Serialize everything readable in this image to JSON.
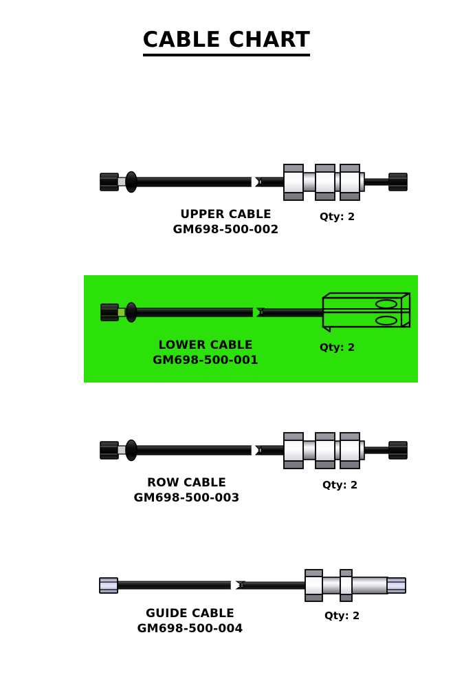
{
  "document": {
    "title": "CABLE CHART",
    "background_color": "#FFFFFF",
    "highlight_color": "#2CE00A"
  },
  "cables": [
    {
      "name": "UPPER CABLE",
      "part_number": "GM698-500-002",
      "qty_label": "Qty: 2",
      "highlighted": false,
      "end_fitting": "crimped-hex-ferrule",
      "termination": "triple-hex-nut-threaded-barrel"
    },
    {
      "name": "LOWER CABLE",
      "part_number": "GM698-500-001",
      "qty_label": "Qty: 2",
      "highlighted": true,
      "end_fitting": "crimped-hex-ferrule",
      "termination": "rectangular-block-two-oval-holes"
    },
    {
      "name": "ROW CABLE",
      "part_number": "GM698-500-003",
      "qty_label": "Qty: 2",
      "highlighted": false,
      "end_fitting": "crimped-hex-ferrule",
      "termination": "triple-hex-nut-threaded-barrel"
    },
    {
      "name": "GUIDE CABLE",
      "part_number": "GM698-500-004",
      "qty_label": "Qty: 2",
      "highlighted": false,
      "end_fitting": "blue-tipped-ferrule",
      "termination": "double-hex-nut-threaded-barrel-blue-tip"
    }
  ]
}
